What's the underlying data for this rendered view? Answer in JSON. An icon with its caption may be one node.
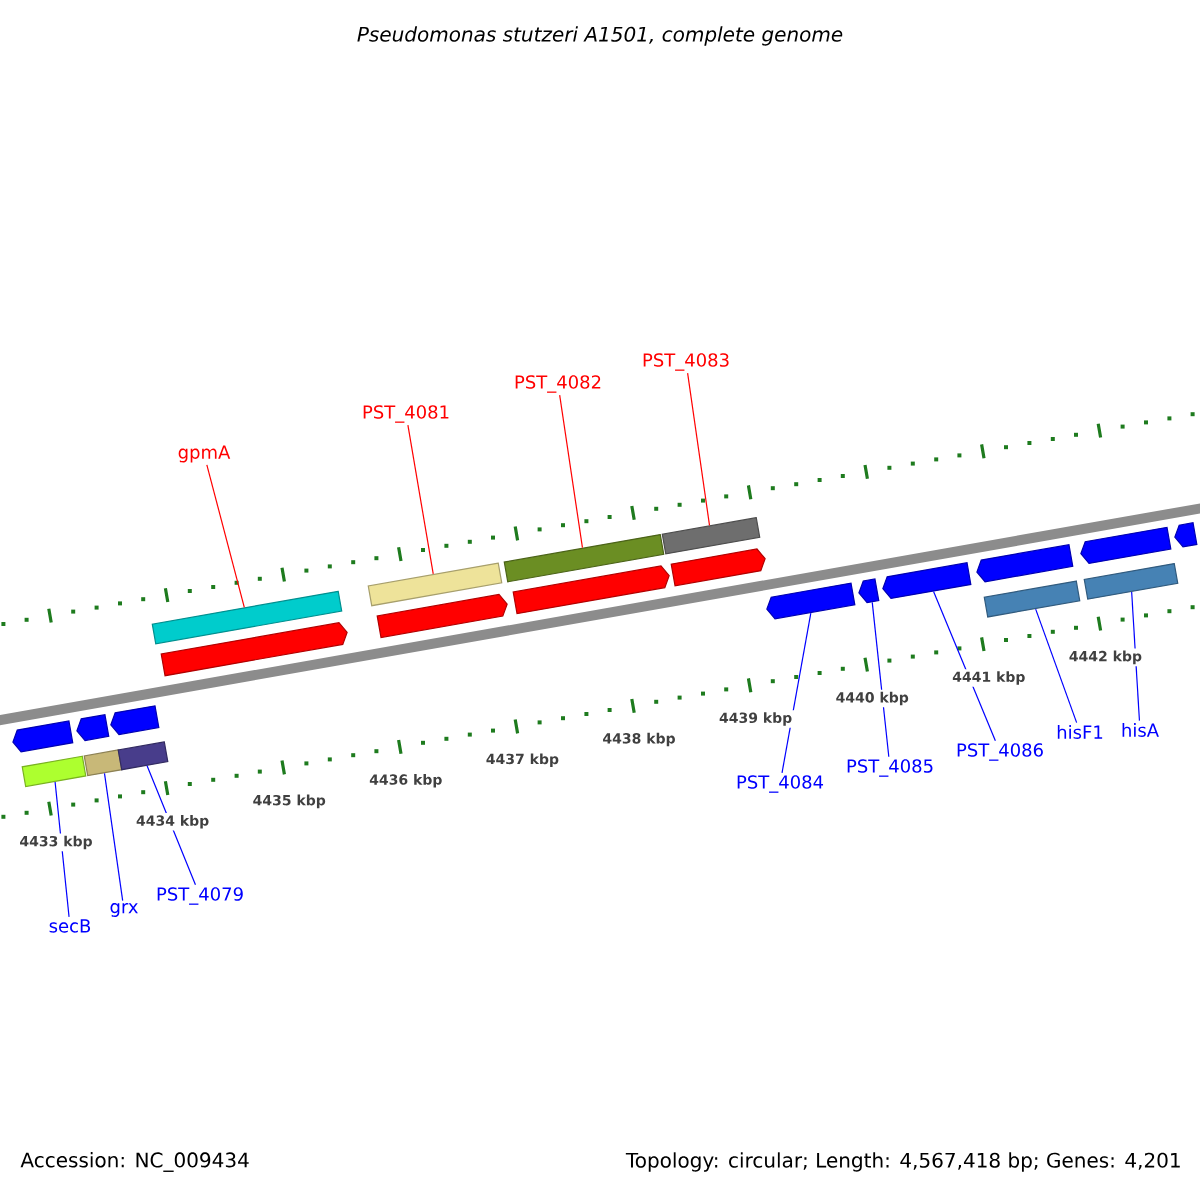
{
  "diagram": {
    "title": "Pseudomonas stutzeri A1501, complete genome",
    "nodes": [
      {
        "text": [
          "PST_4083"
        ]
      },
      {
        "text": [
          "PST_4082"
        ]
      },
      {
        "text": [
          "PST_4081"
        ]
      },
      {
        "text": [
          "gpmA"
        ]
      },
      {
        "text": [
          "hisA"
        ]
      },
      {
        "text": [
          "hisF1"
        ]
      },
      {
        "text": [
          "PST_4086"
        ]
      },
      {
        "text": [
          "PST_4085"
        ]
      },
      {
        "text": [
          "PST_4084"
        ]
      },
      {
        "text": [
          "PST_4079"
        ]
      },
      {
        "text": [
          "grx"
        ]
      },
      {
        "text": [
          "secB"
        ]
      },
      {
        "text": [],
        "shape": "bar"
      },
      {
        "text": [],
        "shape": "bar"
      },
      {
        "text": [],
        "shape": "bar"
      },
      {
        "text": [],
        "shape": "bar"
      },
      {
        "text": [],
        "shape": "arrow"
      },
      {
        "text": [],
        "shape": "arrow"
      },
      {
        "text": [],
        "shape": "arrow"
      },
      {
        "text": [],
        "shape": "arrow"
      },
      {
        "text": [],
        "shape": "arrow"
      },
      {
        "text": [],
        "shape": "arrow"
      },
      {
        "text": [],
        "shape": "arrow"
      },
      {
        "text": [],
        "shape": "arrow"
      },
      {
        "text": [],
        "shape": "arrow"
      },
      {
        "text": [],
        "shape": "arrow"
      },
      {
        "text": [],
        "shape": "arrow"
      },
      {
        "text": [],
        "shape": "arrow"
      },
      {
        "text": [],
        "shape": "arrow"
      },
      {
        "text": [],
        "shape": "bar"
      },
      {
        "text": [],
        "shape": "bar"
      },
      {
        "text": [],
        "shape": "bar"
      },
      {
        "text": [],
        "shape": "bar"
      },
      {
        "text": [],
        "shape": "bar"
      }
    ],
    "edges": [
      {
        "from": 0,
        "to": 15,
        "arrow": "none",
        "color": "#ff0000"
      },
      {
        "from": 1,
        "to": 14,
        "arrow": "none",
        "color": "#ff0000"
      },
      {
        "from": 2,
        "to": 13,
        "arrow": "none",
        "color": "#ff0000"
      },
      {
        "from": 3,
        "to": 12,
        "arrow": "none",
        "color": "#ff0000"
      },
      {
        "from": 4,
        "to": 33,
        "arrow": "none"
      },
      {
        "from": 5,
        "to": 32,
        "arrow": "none"
      },
      {
        "from": 6,
        "to": 25,
        "arrow": "none"
      },
      {
        "from": 7,
        "to": 24,
        "arrow": "none"
      },
      {
        "from": 8,
        "to": 23,
        "arrow": "none"
      },
      {
        "from": 9,
        "to": 31,
        "arrow": "none"
      },
      {
        "from": 10,
        "to": 30,
        "arrow": "none"
      },
      {
        "from": 11,
        "to": 29,
        "arrow": "none"
      }
    ],
    "labels": [
      "4433 kbp",
      "4434 kbp",
      "4435 kbp",
      "4436 kbp",
      "4437 kbp",
      "4438 kbp",
      "4439 kbp",
      "4440 kbp",
      "4441 kbp",
      "4442 kbp",
      "Accession: NC_009434",
      "Topology: circular; Length: 4,567,418 bp; Genes: 4,201"
    ]
  }
}
